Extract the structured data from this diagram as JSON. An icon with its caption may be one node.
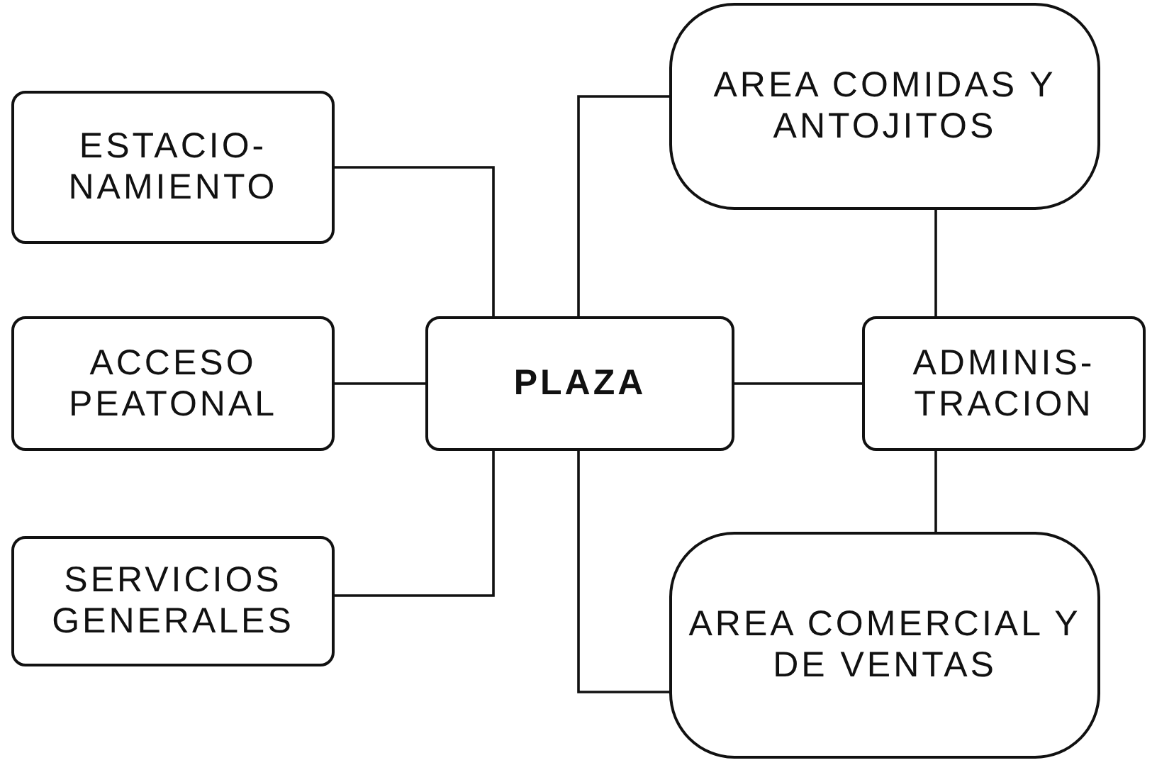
{
  "diagram": {
    "nodes": [
      {
        "text": [
          "AREA COMIDAS Y ANTOJITOS"
        ]
      },
      {
        "text": [
          "ESTACIO- NAMIENTO"
        ]
      },
      {
        "text": [
          "ACCESO PEATONAL"
        ]
      },
      {
        "text": [
          "PLAZA"
        ]
      },
      {
        "text": [
          "ADMINIS- TRACION"
        ]
      },
      {
        "text": [
          "SERVICIOS GENERALES"
        ]
      },
      {
        "text": [
          "AREA COMERCIAL Y DE VENTAS"
        ]
      }
    ],
    "edges": [
      {
        "from": 1,
        "to": 3,
        "arrow": "none"
      },
      {
        "from": 2,
        "to": 3,
        "arrow": "none"
      },
      {
        "from": 5,
        "to": 3,
        "arrow": "none"
      },
      {
        "from": 3,
        "to": 0,
        "arrow": "none"
      },
      {
        "from": 3,
        "to": 4,
        "arrow": "none"
      },
      {
        "from": 3,
        "to": 6,
        "arrow": "none"
      },
      {
        "from": 0,
        "to": 4,
        "arrow": "none"
      },
      {
        "from": 4,
        "to": 6,
        "arrow": "none"
      }
    ]
  }
}
